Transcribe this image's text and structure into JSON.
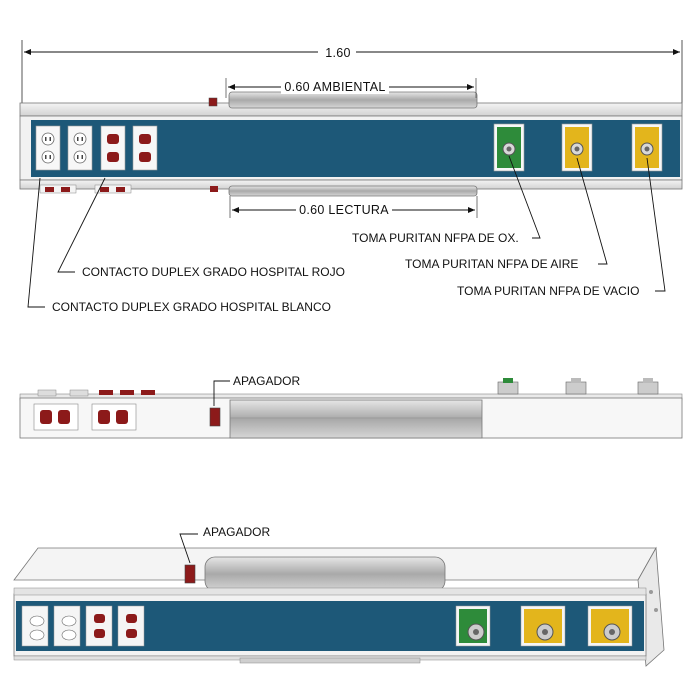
{
  "dimensions": {
    "total_length": "1.60",
    "ambient_light": "0.60 AMBIENTAL",
    "reading_light": "0.60 LECTURA"
  },
  "callouts": {
    "oxygen_outlet": "TOMA PURITAN NFPA DE OX.",
    "air_outlet": "TOMA PURITAN NFPA DE AIRE",
    "vacuum_outlet": "TOMA PURITAN NFPA DE VACIO",
    "red_duplex": "CONTACTO DUPLEX GRADO HOSPITAL ROJO",
    "white_duplex": "CONTACTO DUPLEX GRADO HOSPITAL BLANCO",
    "switch_side": "APAGADOR",
    "switch_iso": "APAGADOR"
  },
  "colors": {
    "panel_blue": "#1d5878",
    "oxygen_green": "#2e8b3a",
    "air_yellow": "#e3b51c",
    "vacuum_yellow": "#e3b51c",
    "outlet_red": "#8c1a1a"
  }
}
